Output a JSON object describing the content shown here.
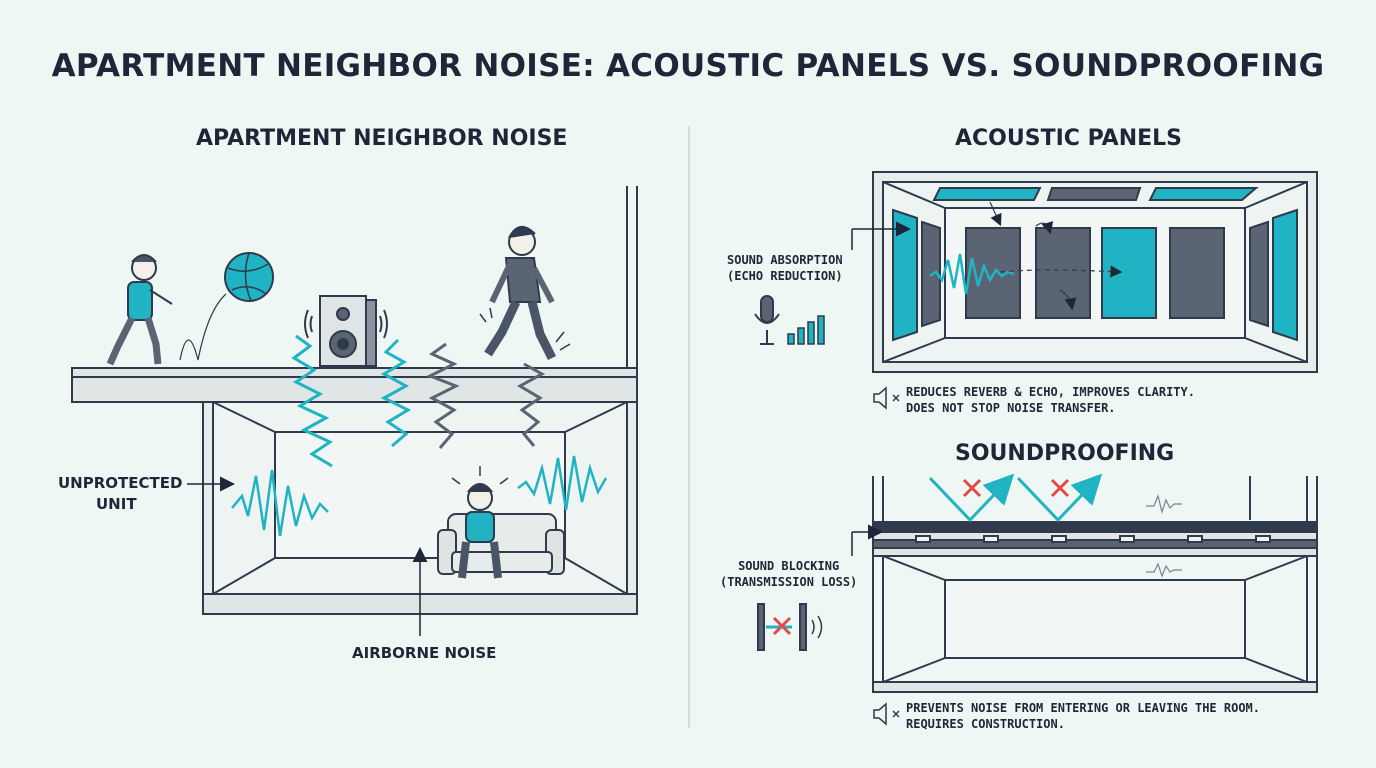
{
  "title": "APARTMENT NEIGHBOR NOISE: ACOUSTIC PANELS VS. SOUNDPROOFING",
  "left": {
    "heading": "APARTMENT NEIGHBOR NOISE",
    "label_unit_line1": "UNPROTECTED",
    "label_unit_line2": "UNIT",
    "label_airborne": "AIRBORNE NOISE"
  },
  "acoustic": {
    "heading": "ACOUSTIC PANELS",
    "label_line1": "SOUND ABSORPTION",
    "label_line2": "(ECHO REDUCTION)",
    "note_line1": "REDUCES REVERB & ECHO, IMPROVES CLARITY.",
    "note_line2": "DOES NOT STOP NOISE TRANSFER."
  },
  "soundproofing": {
    "heading": "SOUNDPROOFING",
    "label_line1": "SOUND BLOCKING",
    "label_line2": "(TRANSMISSION LOSS)",
    "note_line1": "PREVENTS NOISE FROM ENTERING OR LEAVING THE ROOM.",
    "note_line2": "REQUIRES CONSTRUCTION."
  },
  "icons": [
    "speaker-icon",
    "ball-icon",
    "child-icon",
    "walking-person-icon",
    "stressed-person-icon",
    "couch-icon",
    "microphone-icon",
    "signal-bars-icon",
    "mute-speaker-icon",
    "blocked-sound-icon"
  ],
  "colors": {
    "accent": "#1fb3c4",
    "dark": "#2f3a4c",
    "panel_gray": "#5b6473",
    "background": "#eef7f4"
  }
}
